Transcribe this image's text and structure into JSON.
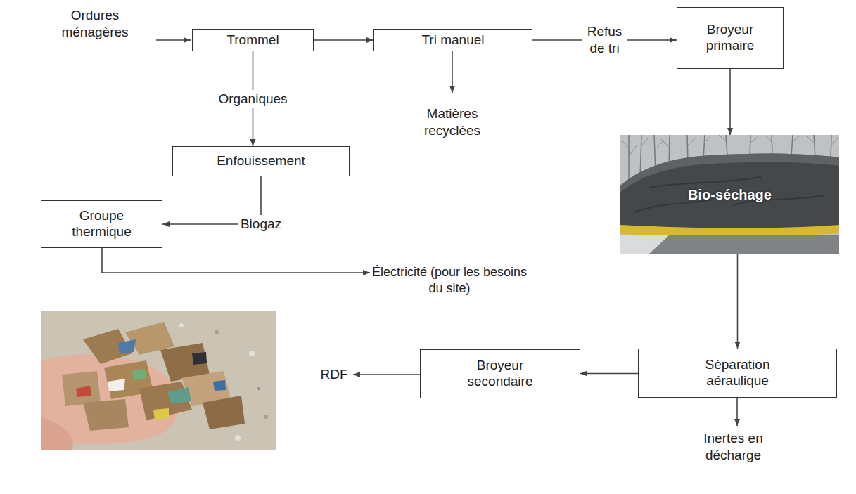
{
  "diagram": {
    "nodes": [
      {
        "text": [
          "Trommel"
        ]
      },
      {
        "text": [
          "Tri manuel"
        ]
      },
      {
        "text": [
          "Broyeur primaire"
        ]
      },
      {
        "text": [
          "Enfouissement"
        ]
      },
      {
        "text": [
          "Groupe thermique"
        ]
      },
      {
        "text": [
          "Bio-séchage"
        ]
      },
      {
        "text": [
          "Séparation aéraulique"
        ]
      },
      {
        "text": [
          "Broyeur secondaire"
        ]
      }
    ],
    "edges": [
      {
        "from": 0,
        "to": 1,
        "arrow": "to"
      },
      {
        "from": 1,
        "to": 2,
        "arrow": "to",
        "label": "Refus de tri"
      },
      {
        "from": 0,
        "to": 3,
        "arrow": "to",
        "label": "Organiques"
      },
      {
        "from": 3,
        "to": 4,
        "arrow": "to",
        "label": "Biogaz"
      },
      {
        "from": 2,
        "to": 5,
        "arrow": "to"
      },
      {
        "from": 5,
        "to": 6,
        "arrow": "to"
      },
      {
        "from": 6,
        "to": 7,
        "arrow": "to"
      }
    ],
    "labels": [
      "Ordures ménagères",
      "Matières recyclées",
      "Électricité (pour les besoins du site)",
      "RDF",
      "Inertes en décharge"
    ]
  }
}
